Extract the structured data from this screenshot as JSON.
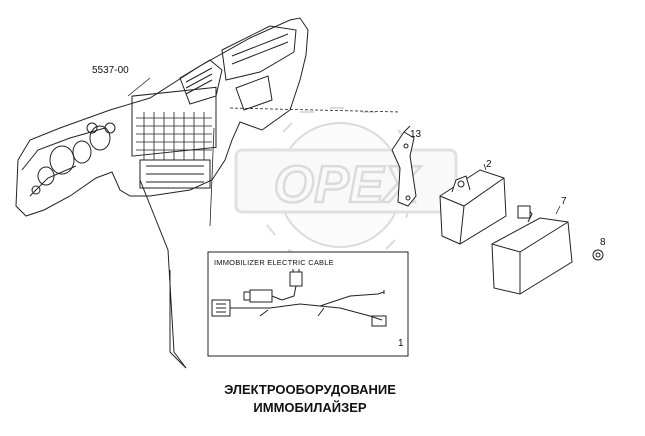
{
  "diagram": {
    "model_code": "5537-00",
    "watermark": "OPEX",
    "inset_title": "IMMOBILIZER ELECTRIC CABLE",
    "callouts": [
      {
        "id": "13",
        "label": "13"
      },
      {
        "id": "2",
        "label": "2"
      },
      {
        "id": "7",
        "label": "7"
      },
      {
        "id": "8",
        "label": "8"
      },
      {
        "id": "1",
        "label": "1"
      }
    ],
    "caption": {
      "line1": "ЭЛЕКТРООБОРУДОВАНИЕ",
      "line2": "ИММОБИЛАЙЗЕР"
    }
  }
}
